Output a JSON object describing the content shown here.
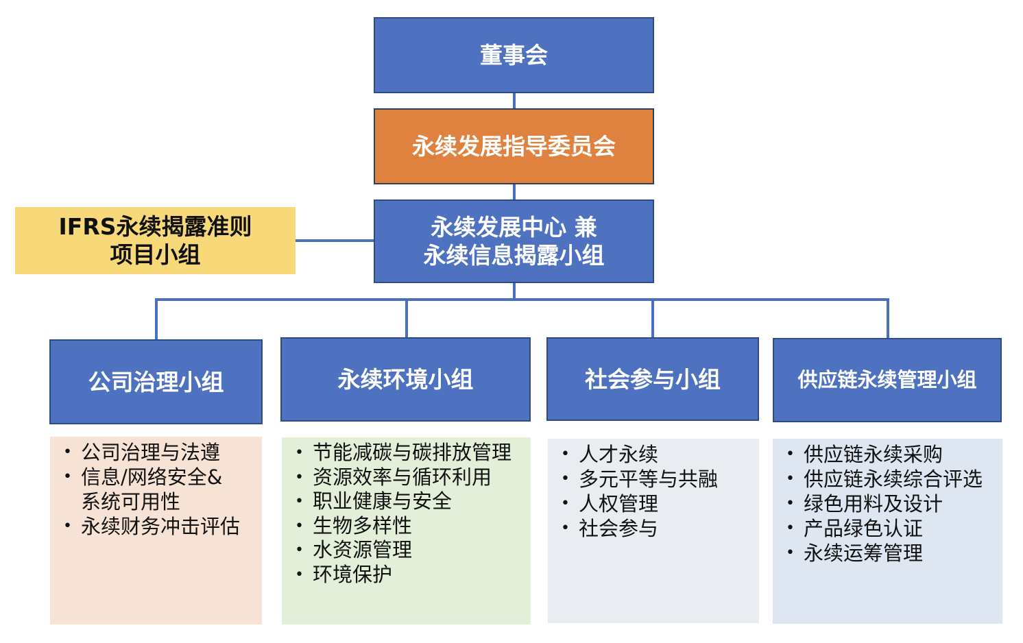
{
  "colors": {
    "primary_box": "#4e72bf",
    "steering_box": "#e0823f",
    "ifrs_box": "#f7d979",
    "connector": "#4a6fbe",
    "list_governance": "#f7e3d5",
    "list_environment": "#e3efd9",
    "list_social": "#e9ecf1",
    "list_supply_chain": "#dde6f1"
  },
  "board": "董事会",
  "steering_committee": "永续发展指导委员会",
  "center": {
    "line1": "永续发展中心 兼",
    "line2": "永续信息揭露小组"
  },
  "ifrs_group": {
    "line1": "IFRS永续揭露准则",
    "line2": "项目小组"
  },
  "groups": [
    {
      "title": "公司治理小组",
      "items": [
        "公司治理与法遵",
        "信息/网络安全&\n系统可用性",
        "永续财务冲击评估"
      ]
    },
    {
      "title": "永续环境小组",
      "items": [
        "节能减碳与碳排放管理",
        "资源效率与循环利用",
        "职业健康与安全",
        "生物多样性",
        "水资源管理",
        "环境保护"
      ]
    },
    {
      "title": "社会参与小组",
      "items": [
        "人才永续",
        "多元平等与共融",
        "人权管理",
        "社会参与"
      ]
    },
    {
      "title": "供应链永续管理小组",
      "items": [
        "供应链永续采购",
        "供应链永续综合评选",
        "绿色用料及设计",
        "产品绿色认证",
        "永续运筹管理"
      ]
    }
  ]
}
